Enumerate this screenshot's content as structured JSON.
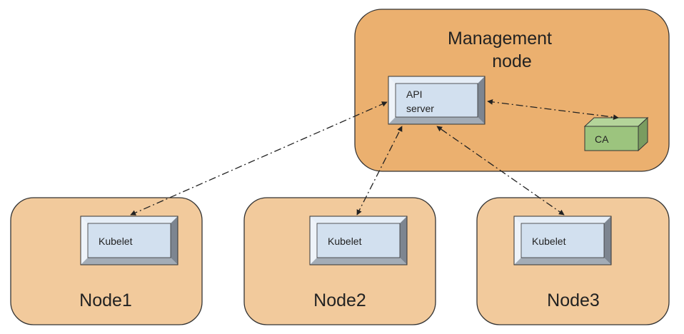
{
  "management": {
    "title_line1": "Management",
    "title_line2": "node",
    "api_line1": "API",
    "api_line2": "server",
    "ca": "CA"
  },
  "nodes": [
    {
      "label": "Node1",
      "component": "Kubelet"
    },
    {
      "label": "Node2",
      "component": "Kubelet"
    },
    {
      "label": "Node3",
      "component": "Kubelet"
    }
  ],
  "colors": {
    "management_fill": "#ebb06f",
    "node_fill": "#f2ca9c",
    "component_fill": "#d2e0ef",
    "ca_fill": "#9cc47e"
  }
}
